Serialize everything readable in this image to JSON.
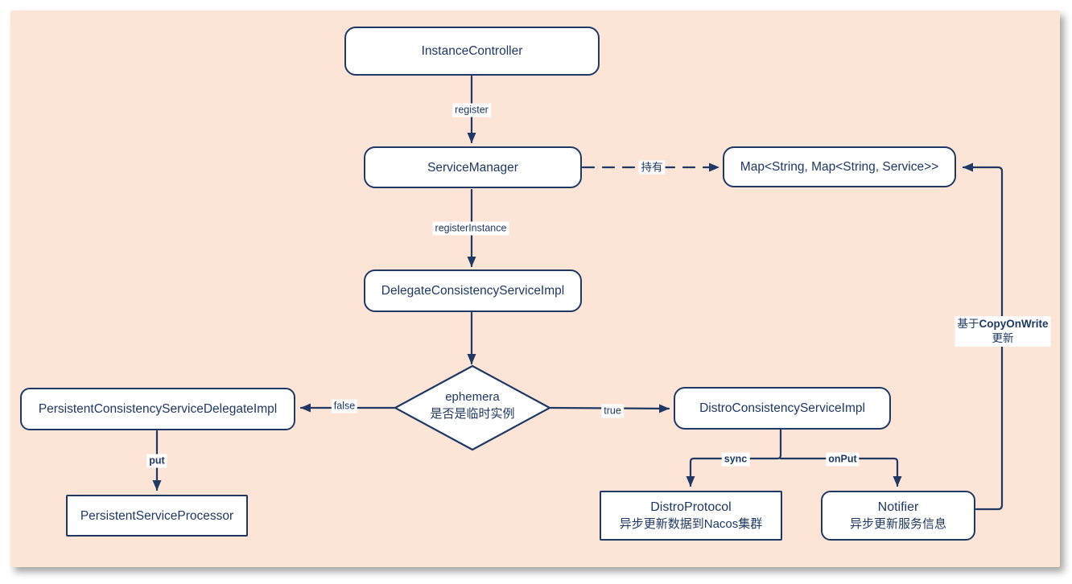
{
  "diagram": {
    "description": "Nacos service registration flowchart",
    "colors": {
      "background": "#fce4d6",
      "stroke": "#1f3864",
      "node_fill": "#ffffff",
      "page": "#ffffff"
    },
    "nodes": {
      "instance_controller": {
        "label": "InstanceController"
      },
      "service_manager": {
        "label": "ServiceManager"
      },
      "service_map": {
        "label": "Map<String, Map<String, Service>>"
      },
      "delegate_consistency": {
        "label": "DelegateConsistencyServiceImpl"
      },
      "decision": {
        "line1": "ephemera",
        "line2": "是否是临时实例"
      },
      "persistent_delegate": {
        "label": "PersistentConsistencyServiceDelegateImpl"
      },
      "persistent_processor": {
        "label": "PersistentServiceProcessor"
      },
      "distro_consistency": {
        "label": "DistroConsistencyServiceImpl"
      },
      "distro_protocol": {
        "title": "DistroProtocol",
        "subtitle": "异步更新数据到Nacos集群"
      },
      "notifier": {
        "title": "Notifier",
        "subtitle": "异步更新服务信息"
      }
    },
    "edges": {
      "register": "register",
      "holds": "持有",
      "register_instance": "registerInstance",
      "false_branch": "false",
      "true_branch": "true",
      "put": "put",
      "sync": "sync",
      "on_put": "onPut",
      "copy_on_write": {
        "prefix": "基于",
        "bold": "CopyOnWrite",
        "line2": "更新"
      }
    }
  }
}
